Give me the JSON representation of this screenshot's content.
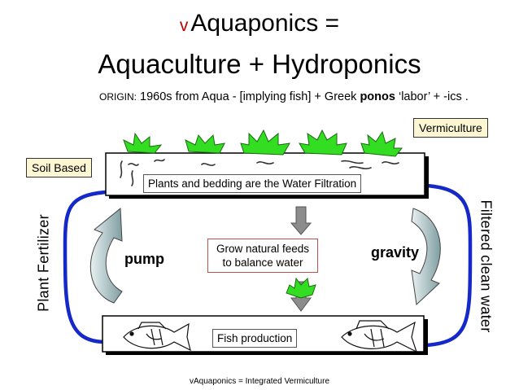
{
  "title": {
    "bullet": "v",
    "line1": "Aquaponics =",
    "line2": "Aquaculture + Hydroponics"
  },
  "origin": {
    "label": "ORIGIN:",
    "text_before": " 1960s from Aqua - [implying fish] + Greek ",
    "bold_word": "ponos",
    "text_after": " ‘labor’ + -ics ."
  },
  "labels": {
    "vermiculture": "Vermiculture",
    "soil_based": "Soil Based",
    "plants_bedding": "Plants and bedding are the Water Filtration",
    "feeds_line1": "Grow natural feeds",
    "feeds_line2": "to balance water",
    "pump": "pump",
    "gravity": "gravity",
    "plant_fertilizer": "Plant Fertilizer",
    "filtered_water": "Filtered clean water",
    "fish_production": "Fish production"
  },
  "footer": "vAquaponics = Integrated Vermiculture",
  "colors": {
    "loop_line": "#1528c8",
    "callout_fill": "#fdf6d3",
    "plant_green": "#33dd22",
    "arrow_fill": "#8fa8ac",
    "small_arrow": "#8c8c8c",
    "title_bullet": "#c00000",
    "feeds_border": "#c0504d"
  },
  "icons": {
    "plants": "spiky-plant-icon",
    "worms": "worm-squiggle-icon",
    "fish": "fish-icon",
    "pump_arrow": "curved-up-arrow-icon",
    "gravity_arrow": "curved-down-arrow-icon"
  }
}
